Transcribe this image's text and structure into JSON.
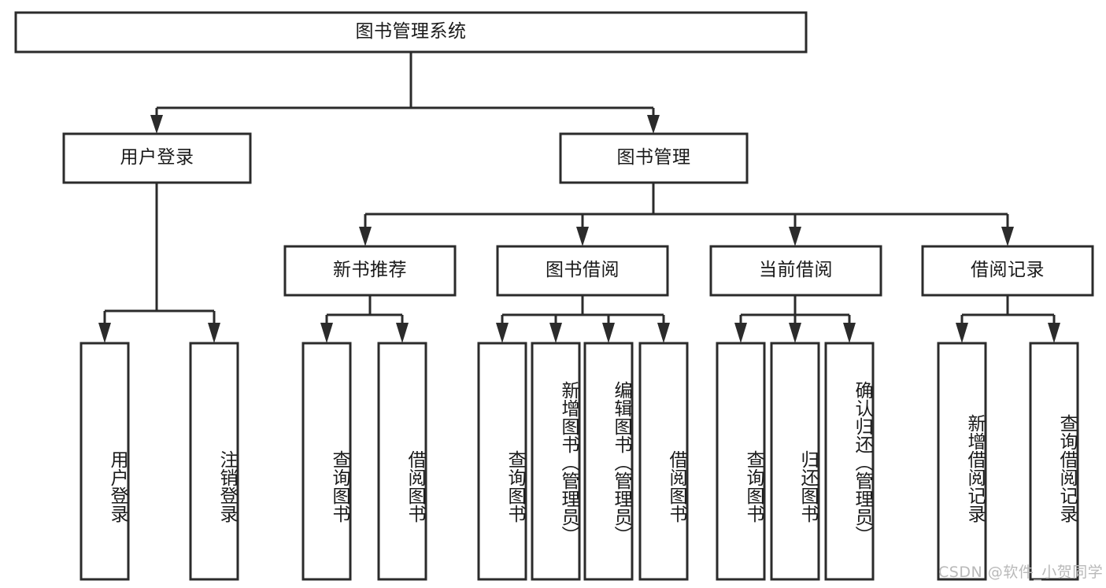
{
  "diagram": {
    "type": "hierarchy-tree",
    "title": "图书管理系统",
    "watermark": "CSDN @软件_小贺同学",
    "colors": {
      "box_stroke": "#2b2b2b",
      "box_fill": "#ffffff",
      "text": "#1a1a1a",
      "watermark": "#b9b9b9",
      "background": "#ffffff"
    },
    "levels": {
      "root": {
        "label": "图书管理系统"
      },
      "level2": [
        {
          "id": "user-login",
          "label": "用户登录"
        },
        {
          "id": "book-management",
          "label": "图书管理"
        }
      ],
      "level3": [
        {
          "id": "new-book-recommend",
          "label": "新书推荐",
          "parent": "book-management"
        },
        {
          "id": "book-borrow",
          "label": "图书借阅",
          "parent": "book-management"
        },
        {
          "id": "current-borrow",
          "label": "当前借阅",
          "parent": "book-management"
        },
        {
          "id": "borrow-record",
          "label": "借阅记录",
          "parent": "book-management"
        }
      ],
      "leaves": [
        {
          "id": "leaf-user-login",
          "label": "用户登录",
          "parent": "user-login"
        },
        {
          "id": "leaf-logout",
          "label": "注销登录",
          "parent": "user-login"
        },
        {
          "id": "leaf-query-book-1",
          "label": "查询图书",
          "parent": "new-book-recommend"
        },
        {
          "id": "leaf-borrow-book-1",
          "label": "借阅图书",
          "parent": "new-book-recommend"
        },
        {
          "id": "leaf-query-book-2",
          "label": "查询图书",
          "parent": "book-borrow"
        },
        {
          "id": "leaf-add-book",
          "label": "新增图书（管理员）",
          "parent": "book-borrow"
        },
        {
          "id": "leaf-edit-book",
          "label": "编辑图书（管理员）",
          "parent": "book-borrow"
        },
        {
          "id": "leaf-borrow-book-2",
          "label": "借阅图书",
          "parent": "book-borrow"
        },
        {
          "id": "leaf-query-book-3",
          "label": "查询图书",
          "parent": "current-borrow"
        },
        {
          "id": "leaf-return-book",
          "label": "归还图书",
          "parent": "current-borrow"
        },
        {
          "id": "leaf-confirm-return",
          "label": "确认归还（管理员）",
          "parent": "current-borrow"
        },
        {
          "id": "leaf-add-record",
          "label": "新增借阅记录",
          "parent": "borrow-record"
        },
        {
          "id": "leaf-query-record",
          "label": "查询借阅记录",
          "parent": "borrow-record"
        }
      ]
    }
  }
}
